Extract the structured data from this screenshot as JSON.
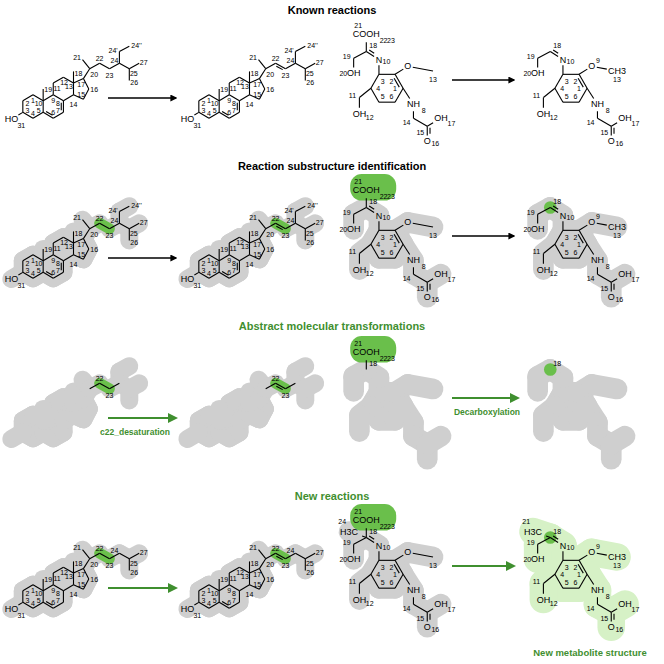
{
  "diagram": {
    "labels": [
      "Known reactions",
      "1",
      "2",
      "3",
      "4",
      "5",
      "6",
      "7",
      "8",
      "9",
      "10",
      "11",
      "12",
      "13",
      "14",
      "15",
      "16",
      "17",
      "18",
      "19",
      "20",
      "21",
      "22",
      "23",
      "24",
      "24'",
      "24''",
      "25",
      "26",
      "27",
      "HO",
      "31",
      "1",
      "2",
      "3",
      "4",
      "5",
      "6",
      "7",
      "8",
      "9",
      "10",
      "11",
      "12",
      "13",
      "14",
      "15",
      "16",
      "17",
      "18",
      "19",
      "20",
      "21",
      "22",
      "23",
      "24",
      "24'",
      "24''",
      "25",
      "26",
      "27",
      "HO",
      "31",
      "21",
      "COOH",
      "22",
      "23",
      "18",
      "19",
      "N",
      "10",
      "20",
      "OH",
      "11",
      "3",
      "2",
      "O",
      "13",
      "4",
      "5",
      "6",
      "1",
      "NH",
      "8",
      "OH",
      "12",
      "14",
      "15",
      "O",
      "16",
      "OH",
      "17",
      "18",
      "19",
      "N",
      "10",
      "20",
      "OH",
      "11",
      "3",
      "2",
      "O",
      "9",
      "CH3",
      "13",
      "4",
      "5",
      "6",
      "1",
      "NH",
      "8",
      "OH",
      "12",
      "14",
      "15",
      "O",
      "16",
      "OH",
      "17",
      "Reaction substructure identification",
      "1",
      "2",
      "3",
      "4",
      "5",
      "6",
      "7",
      "8",
      "9",
      "10",
      "11",
      "12",
      "13",
      "14",
      "15",
      "16",
      "17",
      "18",
      "19",
      "20",
      "21",
      "22",
      "23",
      "24",
      "24'",
      "24''",
      "25",
      "26",
      "27",
      "HO",
      "31",
      "1",
      "2",
      "3",
      "4",
      "5",
      "6",
      "7",
      "8",
      "9",
      "10",
      "11",
      "12",
      "13",
      "14",
      "15",
      "16",
      "17",
      "18",
      "19",
      "20",
      "21",
      "22",
      "23",
      "24",
      "24'",
      "24''",
      "25",
      "26",
      "27",
      "HO",
      "31",
      "21",
      "COOH",
      "22",
      "23",
      "18",
      "19",
      "N",
      "10",
      "20",
      "OH",
      "11",
      "3",
      "2",
      "O",
      "13",
      "4",
      "5",
      "6",
      "1",
      "NH",
      "8",
      "OH",
      "12",
      "14",
      "15",
      "O",
      "16",
      "OH",
      "17",
      "18",
      "19",
      "N",
      "10",
      "20",
      "OH",
      "11",
      "3",
      "2",
      "O",
      "9",
      "CH3",
      "13",
      "4",
      "5",
      "6",
      "1",
      "NH",
      "8",
      "OH",
      "12",
      "14",
      "15",
      "O",
      "16",
      "OH",
      "17",
      "Abstract molecular transformations",
      "22",
      "23",
      "c22_desaturation",
      "22",
      "23",
      "21",
      "COOH",
      "22",
      "23",
      "18",
      "Decarboxylation",
      "18",
      "New reactions",
      "1",
      "2",
      "3",
      "4",
      "5",
      "6",
      "7",
      "8",
      "9",
      "10",
      "11",
      "12",
      "13",
      "14",
      "15",
      "16",
      "17",
      "18",
      "19",
      "20",
      "21",
      "22",
      "23",
      "24",
      "25",
      "26",
      "27",
      "HO",
      "31",
      "1",
      "2",
      "3",
      "4",
      "5",
      "6",
      "7",
      "8",
      "9",
      "10",
      "11",
      "12",
      "13",
      "14",
      "15",
      "16",
      "17",
      "18",
      "19",
      "20",
      "21",
      "22",
      "23",
      "24",
      "25",
      "26",
      "27",
      "HO",
      "31",
      "24",
      "H3C",
      "21",
      "COOH",
      "22",
      "23",
      "18",
      "19",
      "N",
      "10",
      "20",
      "OH",
      "11",
      "3",
      "2",
      "O",
      "13",
      "4",
      "5",
      "6",
      "1",
      "NH",
      "8",
      "OH",
      "12",
      "14",
      "15",
      "O",
      "16",
      "OH",
      "17",
      "H3C",
      "21",
      "18",
      "19",
      "N",
      "10",
      "20",
      "OH",
      "11",
      "3",
      "2",
      "O",
      "9",
      "CH3",
      "13",
      "4",
      "5",
      "6",
      "1",
      "NH",
      "8",
      "OH",
      "12",
      "14",
      "15",
      "O",
      "16",
      "OH",
      "17",
      "New metabolite structure"
    ]
  }
}
